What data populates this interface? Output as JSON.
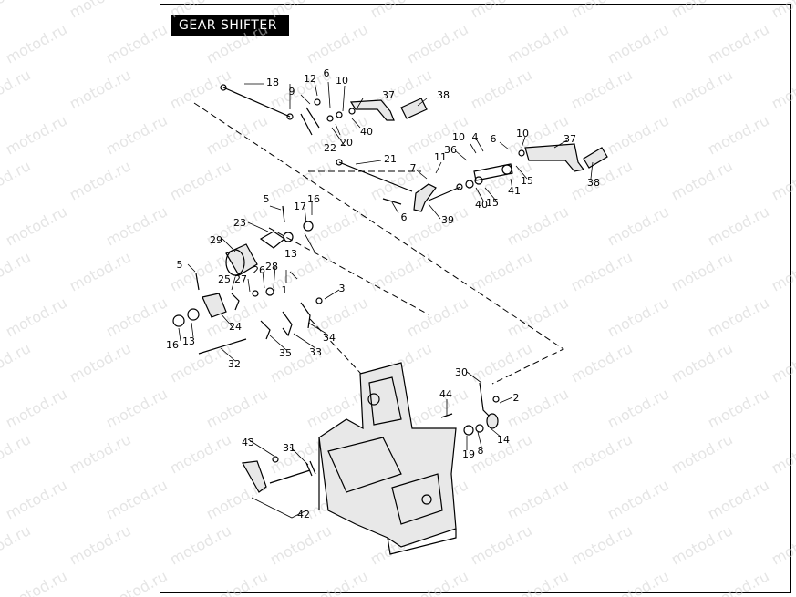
{
  "title": "GEAR SHIFTER",
  "watermark": "motod.ru",
  "callouts": [
    "1",
    "2",
    "3",
    "4",
    "5",
    "5",
    "6",
    "6",
    "6",
    "7",
    "8",
    "9",
    "10",
    "10",
    "10",
    "11",
    "12",
    "13",
    "13",
    "14",
    "15",
    "15",
    "16",
    "16",
    "17",
    "18",
    "19",
    "20",
    "21",
    "22",
    "23",
    "24",
    "25",
    "26",
    "27",
    "28",
    "29",
    "30",
    "31",
    "32",
    "33",
    "34",
    "35",
    "36",
    "37",
    "37",
    "38",
    "38",
    "39",
    "40",
    "40",
    "41",
    "42",
    "43",
    "44"
  ]
}
